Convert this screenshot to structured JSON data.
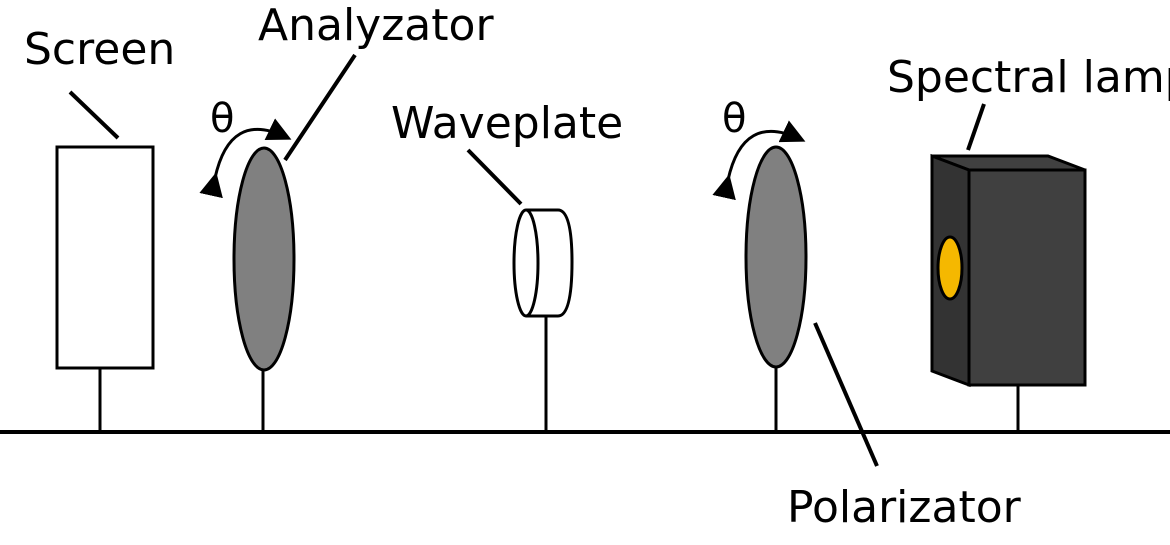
{
  "labels": {
    "screen": "Screen",
    "analyzator": "Analyzator",
    "waveplate": "Waveplate",
    "spectral_lamp": "Spectral lamp",
    "polarizator": "Polarizator",
    "theta_analyzator": "θ",
    "theta_polarizator": "θ"
  },
  "colors": {
    "line": "#000000",
    "screen_fill": "#ffffff",
    "polarizer_fill": "#808080",
    "lamp_body": "#404040",
    "lamp_side": "#333333",
    "lamp_light": "#f5b800",
    "background": "#ffffff"
  }
}
